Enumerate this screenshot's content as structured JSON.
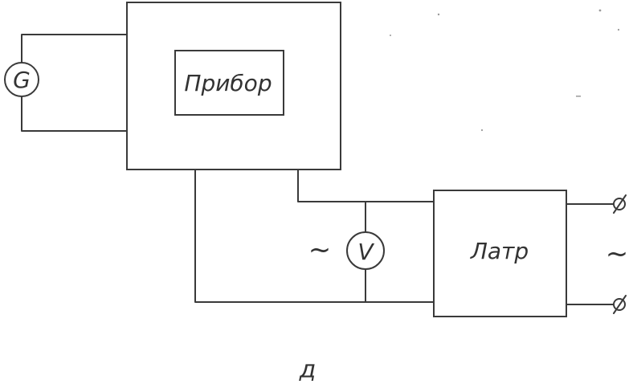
{
  "diagram": {
    "device_label": "Прибор",
    "latr_label": "Латр",
    "generator_symbol": "G",
    "voltmeter_symbol": "V",
    "ac_symbol_left": "~",
    "ac_symbol_right": "~",
    "terminal_top": "⌀",
    "terminal_bottom": "⌀",
    "caption": "д"
  },
  "colors": {
    "ink": "#3a3a3a",
    "paper": "#ffffff"
  }
}
